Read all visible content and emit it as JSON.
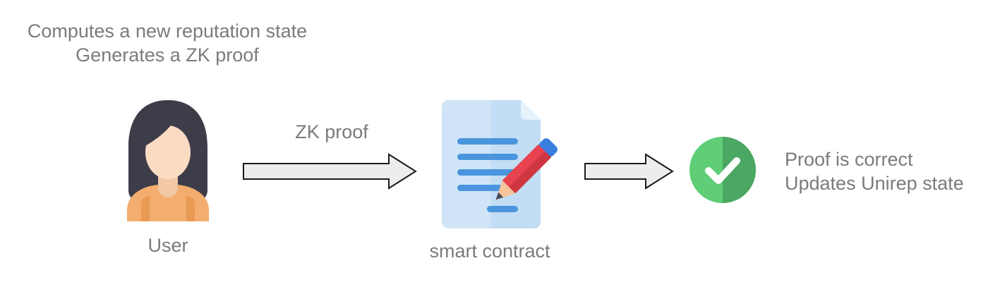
{
  "user": {
    "annotation_lines": [
      "Computes a new reputation state",
      "Generates a ZK proof"
    ],
    "label": "User",
    "icon": "woman-avatar-icon"
  },
  "flow": {
    "arrow1_label": "ZK proof"
  },
  "contract": {
    "label": "smart contract",
    "icon": "document-pencil-icon"
  },
  "result": {
    "lines": [
      "Proof is correct",
      "Updates Unirep state"
    ],
    "icon": "check-circle-icon"
  },
  "colors": {
    "text": "#7b7b7b",
    "arrow_fill": "#ededf0",
    "arrow_stroke": "#1a1a1a",
    "hair": "#3d3d4a",
    "skin": "#fbdcc3",
    "shirt": "#f3ad6e",
    "document": "#cfe5f7",
    "document_text": "#4a95dd",
    "pencil_red": "#e8444f",
    "pencil_blue": "#3a7fe0",
    "check_green": "#5fce76",
    "check_green_dark": "#4aa862"
  }
}
